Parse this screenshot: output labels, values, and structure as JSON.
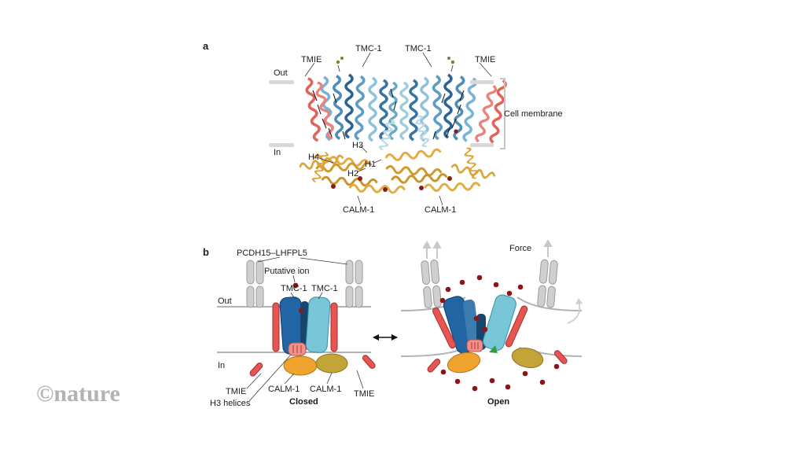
{
  "watermark": "©nature",
  "panel_a": {
    "label": "a",
    "protein_labels": {
      "tmc1_left": "TMC-1",
      "tmc1_right": "TMC-1",
      "tmie_left": "TMIE",
      "tmie_right": "TMIE",
      "calm1_left": "CALM-1",
      "calm1_right": "CALM-1"
    },
    "membrane": {
      "out": "Out",
      "in": "In",
      "cell_membrane": "Cell membrane"
    },
    "helix_labels": {
      "h1": "H1",
      "h2": "H2",
      "h3": "H3",
      "h4": "H4"
    }
  },
  "panel_b": {
    "label": "b",
    "membrane": {
      "out": "Out",
      "in": "In"
    },
    "closed_state": {
      "pcdh15_lhfpl5": "PCDH15–LHFPL5",
      "putative_ion": "Putative ion",
      "tmc1_left": "TMC-1",
      "tmc1_right": "TMC-1",
      "tmie_left": "TMIE",
      "tmie_right": "TMIE",
      "h3_helices": "H3 helices",
      "calm1_left": "CALM-1",
      "calm1_right": "CALM-1",
      "state_label": "Closed"
    },
    "open_state": {
      "force": "Force",
      "state_label": "Open"
    }
  },
  "colors": {
    "tmc1_dark": "#2265a5",
    "tmc1_light": "#79c6d8",
    "tmie_red": "#e2635a",
    "calm1_orange": "#f0a32e",
    "calm1_olive": "#c3a436",
    "ion_red": "#8c1515",
    "membrane_gray": "#b3b3b3",
    "pcdh15_gray": "#cfcfcf"
  }
}
